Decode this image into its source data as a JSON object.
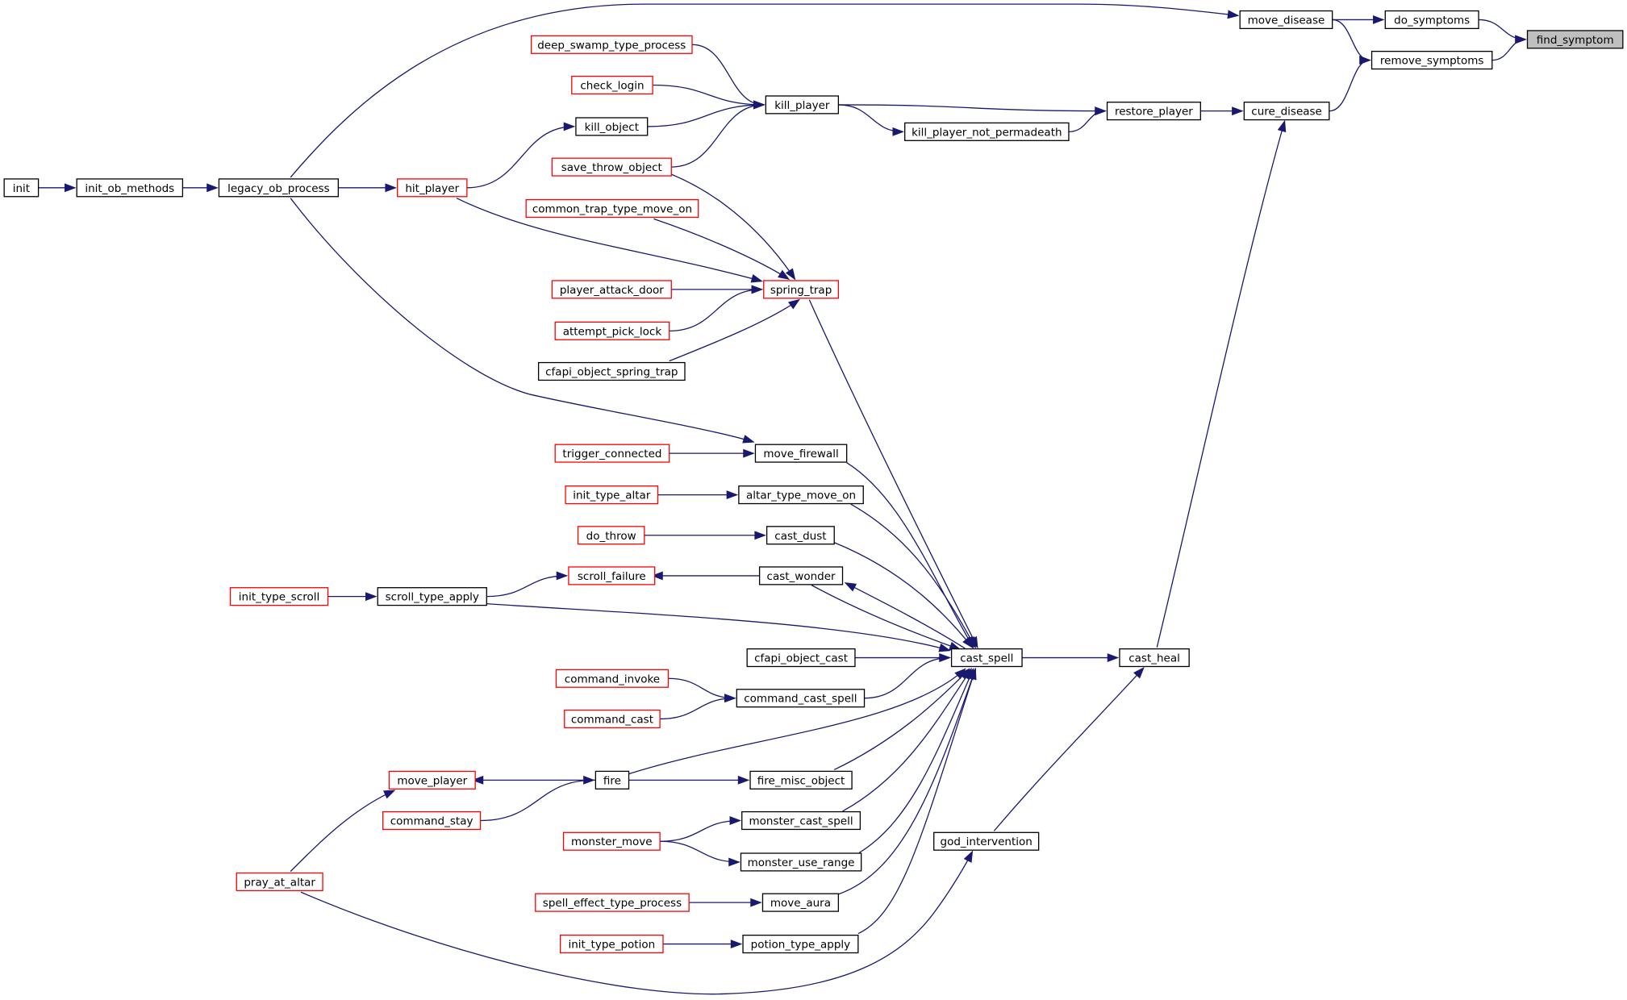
{
  "graph": {
    "colors": {
      "edge": "#191970",
      "node_border": "#000000",
      "truncated_border": "#ff0000",
      "root_fill": "#bfbfbf",
      "background": "#ffffff"
    },
    "nodes": [
      {
        "id": "find_symptom",
        "label": "find_symptom",
        "style": "root"
      },
      {
        "id": "do_symptoms",
        "label": "do_symptoms",
        "style": "normal"
      },
      {
        "id": "remove_symptoms",
        "label": "remove_symptoms",
        "style": "normal"
      },
      {
        "id": "move_disease",
        "label": "move_disease",
        "style": "normal"
      },
      {
        "id": "cure_disease",
        "label": "cure_disease",
        "style": "normal"
      },
      {
        "id": "restore_player",
        "label": "restore_player",
        "style": "normal"
      },
      {
        "id": "kill_player",
        "label": "kill_player",
        "style": "normal"
      },
      {
        "id": "kill_player_not_permadeath",
        "label": "kill_player_not_permadeath",
        "style": "normal"
      },
      {
        "id": "deep_swamp_type_process",
        "label": "deep_swamp_type_process",
        "style": "truncated"
      },
      {
        "id": "check_login",
        "label": "check_login",
        "style": "truncated"
      },
      {
        "id": "kill_object",
        "label": "kill_object",
        "style": "normal"
      },
      {
        "id": "save_throw_object",
        "label": "save_throw_object",
        "style": "truncated"
      },
      {
        "id": "hit_player",
        "label": "hit_player",
        "style": "truncated"
      },
      {
        "id": "legacy_ob_process",
        "label": "legacy_ob_process",
        "style": "normal"
      },
      {
        "id": "init_ob_methods",
        "label": "init_ob_methods",
        "style": "normal"
      },
      {
        "id": "init",
        "label": "init",
        "style": "normal"
      },
      {
        "id": "common_trap_type_move_on",
        "label": "common_trap_type_move_on",
        "style": "truncated"
      },
      {
        "id": "spring_trap",
        "label": "spring_trap",
        "style": "truncated"
      },
      {
        "id": "player_attack_door",
        "label": "player_attack_door",
        "style": "truncated"
      },
      {
        "id": "attempt_pick_lock",
        "label": "attempt_pick_lock",
        "style": "truncated"
      },
      {
        "id": "cfapi_object_spring_trap",
        "label": "cfapi_object_spring_trap",
        "style": "normal"
      },
      {
        "id": "move_firewall",
        "label": "move_firewall",
        "style": "normal"
      },
      {
        "id": "trigger_connected",
        "label": "trigger_connected",
        "style": "truncated"
      },
      {
        "id": "altar_type_move_on",
        "label": "altar_type_move_on",
        "style": "normal"
      },
      {
        "id": "init_type_altar",
        "label": "init_type_altar",
        "style": "truncated"
      },
      {
        "id": "cast_dust",
        "label": "cast_dust",
        "style": "normal"
      },
      {
        "id": "do_throw",
        "label": "do_throw",
        "style": "truncated"
      },
      {
        "id": "cast_wonder",
        "label": "cast_wonder",
        "style": "normal"
      },
      {
        "id": "scroll_failure",
        "label": "scroll_failure",
        "style": "truncated"
      },
      {
        "id": "scroll_type_apply",
        "label": "scroll_type_apply",
        "style": "normal"
      },
      {
        "id": "init_type_scroll",
        "label": "init_type_scroll",
        "style": "truncated"
      },
      {
        "id": "cast_spell",
        "label": "cast_spell",
        "style": "normal"
      },
      {
        "id": "cast_heal",
        "label": "cast_heal",
        "style": "normal"
      },
      {
        "id": "cfapi_object_cast",
        "label": "cfapi_object_cast",
        "style": "normal"
      },
      {
        "id": "command_cast_spell",
        "label": "command_cast_spell",
        "style": "normal"
      },
      {
        "id": "command_invoke",
        "label": "command_invoke",
        "style": "truncated"
      },
      {
        "id": "command_cast",
        "label": "command_cast",
        "style": "truncated"
      },
      {
        "id": "fire",
        "label": "fire",
        "style": "normal"
      },
      {
        "id": "move_player",
        "label": "move_player",
        "style": "truncated"
      },
      {
        "id": "command_stay",
        "label": "command_stay",
        "style": "truncated"
      },
      {
        "id": "fire_misc_object",
        "label": "fire_misc_object",
        "style": "normal"
      },
      {
        "id": "monster_cast_spell",
        "label": "monster_cast_spell",
        "style": "normal"
      },
      {
        "id": "monster_move",
        "label": "monster_move",
        "style": "truncated"
      },
      {
        "id": "monster_use_range",
        "label": "monster_use_range",
        "style": "normal"
      },
      {
        "id": "god_intervention",
        "label": "god_intervention",
        "style": "normal"
      },
      {
        "id": "pray_at_altar",
        "label": "pray_at_altar",
        "style": "truncated"
      },
      {
        "id": "move_aura",
        "label": "move_aura",
        "style": "normal"
      },
      {
        "id": "spell_effect_type_process",
        "label": "spell_effect_type_process",
        "style": "truncated"
      },
      {
        "id": "potion_type_apply",
        "label": "potion_type_apply",
        "style": "normal"
      },
      {
        "id": "init_type_potion",
        "label": "init_type_potion",
        "style": "truncated"
      }
    ],
    "edges": [
      {
        "from": "do_symptoms",
        "to": "find_symptom"
      },
      {
        "from": "remove_symptoms",
        "to": "find_symptom"
      },
      {
        "from": "move_disease",
        "to": "do_symptoms"
      },
      {
        "from": "move_disease",
        "to": "remove_symptoms"
      },
      {
        "from": "cure_disease",
        "to": "remove_symptoms"
      },
      {
        "from": "legacy_ob_process",
        "to": "move_disease"
      },
      {
        "from": "restore_player",
        "to": "cure_disease"
      },
      {
        "from": "cast_heal",
        "to": "cure_disease"
      },
      {
        "from": "kill_player",
        "to": "restore_player"
      },
      {
        "from": "kill_player_not_permadeath",
        "to": "restore_player"
      },
      {
        "from": "kill_player",
        "to": "kill_player_not_permadeath"
      },
      {
        "from": "deep_swamp_type_process",
        "to": "kill_player"
      },
      {
        "from": "check_login",
        "to": "kill_player"
      },
      {
        "from": "kill_object",
        "to": "kill_player"
      },
      {
        "from": "save_throw_object",
        "to": "kill_player"
      },
      {
        "from": "hit_player",
        "to": "kill_object"
      },
      {
        "from": "legacy_ob_process",
        "to": "hit_player"
      },
      {
        "from": "init_ob_methods",
        "to": "legacy_ob_process"
      },
      {
        "from": "init",
        "to": "init_ob_methods"
      },
      {
        "from": "save_throw_object",
        "to": "spring_trap"
      },
      {
        "from": "hit_player",
        "to": "spring_trap"
      },
      {
        "from": "common_trap_type_move_on",
        "to": "spring_trap"
      },
      {
        "from": "player_attack_door",
        "to": "spring_trap"
      },
      {
        "from": "attempt_pick_lock",
        "to": "spring_trap"
      },
      {
        "from": "cfapi_object_spring_trap",
        "to": "spring_trap"
      },
      {
        "from": "spring_trap",
        "to": "cast_spell"
      },
      {
        "from": "legacy_ob_process",
        "to": "move_firewall"
      },
      {
        "from": "trigger_connected",
        "to": "move_firewall"
      },
      {
        "from": "move_firewall",
        "to": "cast_spell"
      },
      {
        "from": "init_type_altar",
        "to": "altar_type_move_on"
      },
      {
        "from": "altar_type_move_on",
        "to": "cast_spell"
      },
      {
        "from": "do_throw",
        "to": "cast_dust"
      },
      {
        "from": "cast_dust",
        "to": "cast_spell"
      },
      {
        "from": "cast_wonder",
        "to": "scroll_failure"
      },
      {
        "from": "cast_spell",
        "to": "cast_wonder"
      },
      {
        "from": "cast_wonder",
        "to": "cast_spell"
      },
      {
        "from": "scroll_type_apply",
        "to": "scroll_failure"
      },
      {
        "from": "init_type_scroll",
        "to": "scroll_type_apply"
      },
      {
        "from": "scroll_type_apply",
        "to": "cast_spell"
      },
      {
        "from": "cfapi_object_cast",
        "to": "cast_spell"
      },
      {
        "from": "cast_spell",
        "to": "cast_heal"
      },
      {
        "from": "command_invoke",
        "to": "command_cast_spell"
      },
      {
        "from": "command_cast",
        "to": "command_cast_spell"
      },
      {
        "from": "command_cast_spell",
        "to": "cast_spell"
      },
      {
        "from": "fire",
        "to": "cast_spell"
      },
      {
        "from": "fire",
        "to": "move_player"
      },
      {
        "from": "command_stay",
        "to": "fire"
      },
      {
        "from": "fire",
        "to": "fire_misc_object"
      },
      {
        "from": "fire_misc_object",
        "to": "cast_spell"
      },
      {
        "from": "pray_at_altar",
        "to": "move_player"
      },
      {
        "from": "monster_cast_spell",
        "to": "cast_spell"
      },
      {
        "from": "monster_move",
        "to": "monster_cast_spell"
      },
      {
        "from": "monster_move",
        "to": "monster_use_range"
      },
      {
        "from": "monster_use_range",
        "to": "cast_spell"
      },
      {
        "from": "god_intervention",
        "to": "cast_heal"
      },
      {
        "from": "pray_at_altar",
        "to": "god_intervention"
      },
      {
        "from": "spell_effect_type_process",
        "to": "move_aura"
      },
      {
        "from": "move_aura",
        "to": "cast_spell"
      },
      {
        "from": "init_type_potion",
        "to": "potion_type_apply"
      },
      {
        "from": "potion_type_apply",
        "to": "cast_spell"
      }
    ]
  }
}
